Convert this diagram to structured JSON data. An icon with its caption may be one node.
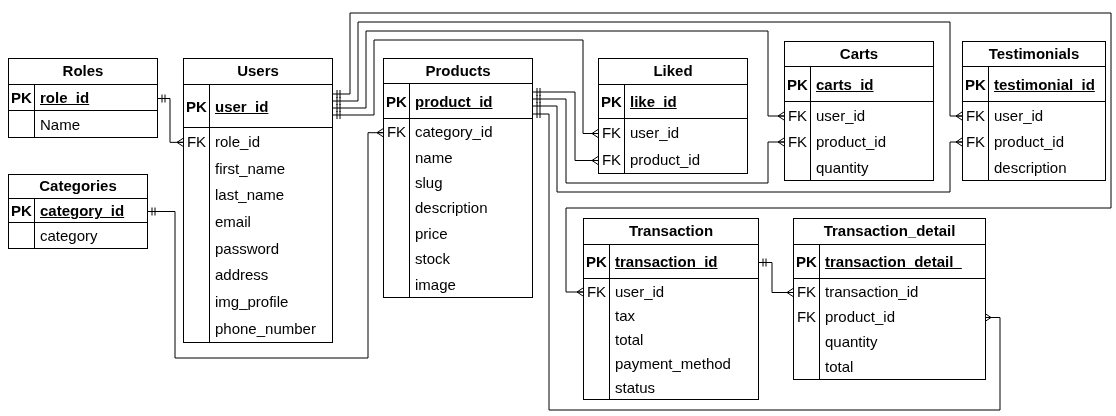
{
  "diagram": {
    "nodes": [
      {
        "text": [
          "Roles"
        ]
      },
      {
        "text": [
          "PK",
          "role_id"
        ],
        "in": 0
      },
      {
        "text": [
          "Name"
        ],
        "in": 0
      },
      {
        "text": [
          "Categories"
        ]
      },
      {
        "text": [
          "PK",
          "category_id"
        ],
        "in": 3
      },
      {
        "text": [
          "category"
        ],
        "in": 3
      },
      {
        "text": [
          "Users"
        ]
      },
      {
        "text": [
          "PK",
          "user_id"
        ],
        "in": 6
      },
      {
        "text": [
          "FK",
          "role_id"
        ],
        "in": 6
      },
      {
        "text": [
          "first_name"
        ],
        "in": 6
      },
      {
        "text": [
          "last_name"
        ],
        "in": 6
      },
      {
        "text": [
          "email"
        ],
        "in": 6
      },
      {
        "text": [
          "password"
        ],
        "in": 6
      },
      {
        "text": [
          "address"
        ],
        "in": 6
      },
      {
        "text": [
          "img_profile"
        ],
        "in": 6
      },
      {
        "text": [
          "phone_number"
        ],
        "in": 6
      },
      {
        "text": [
          "Products"
        ]
      },
      {
        "text": [
          "PK",
          "product_id"
        ],
        "in": 16
      },
      {
        "text": [
          "FK",
          "category_id"
        ],
        "in": 16
      },
      {
        "text": [
          "name"
        ],
        "in": 16
      },
      {
        "text": [
          "slug"
        ],
        "in": 16
      },
      {
        "text": [
          "description"
        ],
        "in": 16
      },
      {
        "text": [
          "price"
        ],
        "in": 16
      },
      {
        "text": [
          "stock"
        ],
        "in": 16
      },
      {
        "text": [
          "image"
        ],
        "in": 16
      },
      {
        "text": [
          "Liked"
        ]
      },
      {
        "text": [
          "PK",
          "like_id"
        ],
        "in": 25
      },
      {
        "text": [
          "FK",
          "user_id"
        ],
        "in": 25
      },
      {
        "text": [
          "FK",
          "product_id"
        ],
        "in": 25
      },
      {
        "text": [
          "Carts"
        ]
      },
      {
        "text": [
          "PK",
          "carts_id"
        ],
        "in": 29
      },
      {
        "text": [
          "FK",
          "user_id"
        ],
        "in": 29
      },
      {
        "text": [
          "FK",
          "product_id"
        ],
        "in": 29
      },
      {
        "text": [
          "quantity"
        ],
        "in": 29
      },
      {
        "text": [
          "Testimonials"
        ]
      },
      {
        "text": [
          "PK",
          "testimonial_id"
        ],
        "in": 34
      },
      {
        "text": [
          "FK",
          "user_id"
        ],
        "in": 34
      },
      {
        "text": [
          "FK",
          "product_id"
        ],
        "in": 34
      },
      {
        "text": [
          "description"
        ],
        "in": 34
      },
      {
        "text": [
          "Transaction"
        ]
      },
      {
        "text": [
          "PK",
          "transaction_id"
        ],
        "in": 39
      },
      {
        "text": [
          "FK",
          "user_id"
        ],
        "in": 39
      },
      {
        "text": [
          "tax"
        ],
        "in": 39
      },
      {
        "text": [
          "total"
        ],
        "in": 39
      },
      {
        "text": [
          "payment_method"
        ],
        "in": 39
      },
      {
        "text": [
          "status"
        ],
        "in": 39
      },
      {
        "text": [
          "Transaction_detail"
        ]
      },
      {
        "text": [
          "PK",
          "transaction_detail_"
        ],
        "in": 46
      },
      {
        "text": [
          "FK",
          "transaction_id"
        ],
        "in": 46
      },
      {
        "text": [
          "FK",
          "product_id"
        ],
        "in": 46
      },
      {
        "text": [
          "quantity"
        ],
        "in": 46
      },
      {
        "text": [
          "total"
        ],
        "in": 46
      }
    ],
    "edges": [
      {
        "from": 1,
        "to": 8,
        "arrow": "other"
      },
      {
        "from": 4,
        "to": 18,
        "arrow": "other"
      },
      {
        "from": 7,
        "to": 41,
        "arrow": "other"
      },
      {
        "from": 7,
        "to": 36,
        "arrow": "other"
      },
      {
        "from": 7,
        "to": 31,
        "arrow": "other"
      },
      {
        "from": 7,
        "to": 27,
        "arrow": "other"
      },
      {
        "from": 17,
        "to": 28,
        "arrow": "other"
      },
      {
        "from": 17,
        "to": 32,
        "arrow": "other"
      },
      {
        "from": 17,
        "to": 37,
        "arrow": "other"
      },
      {
        "from": 17,
        "to": 49,
        "arrow": "other"
      },
      {
        "from": 40,
        "to": 48,
        "arrow": "other"
      }
    ]
  }
}
